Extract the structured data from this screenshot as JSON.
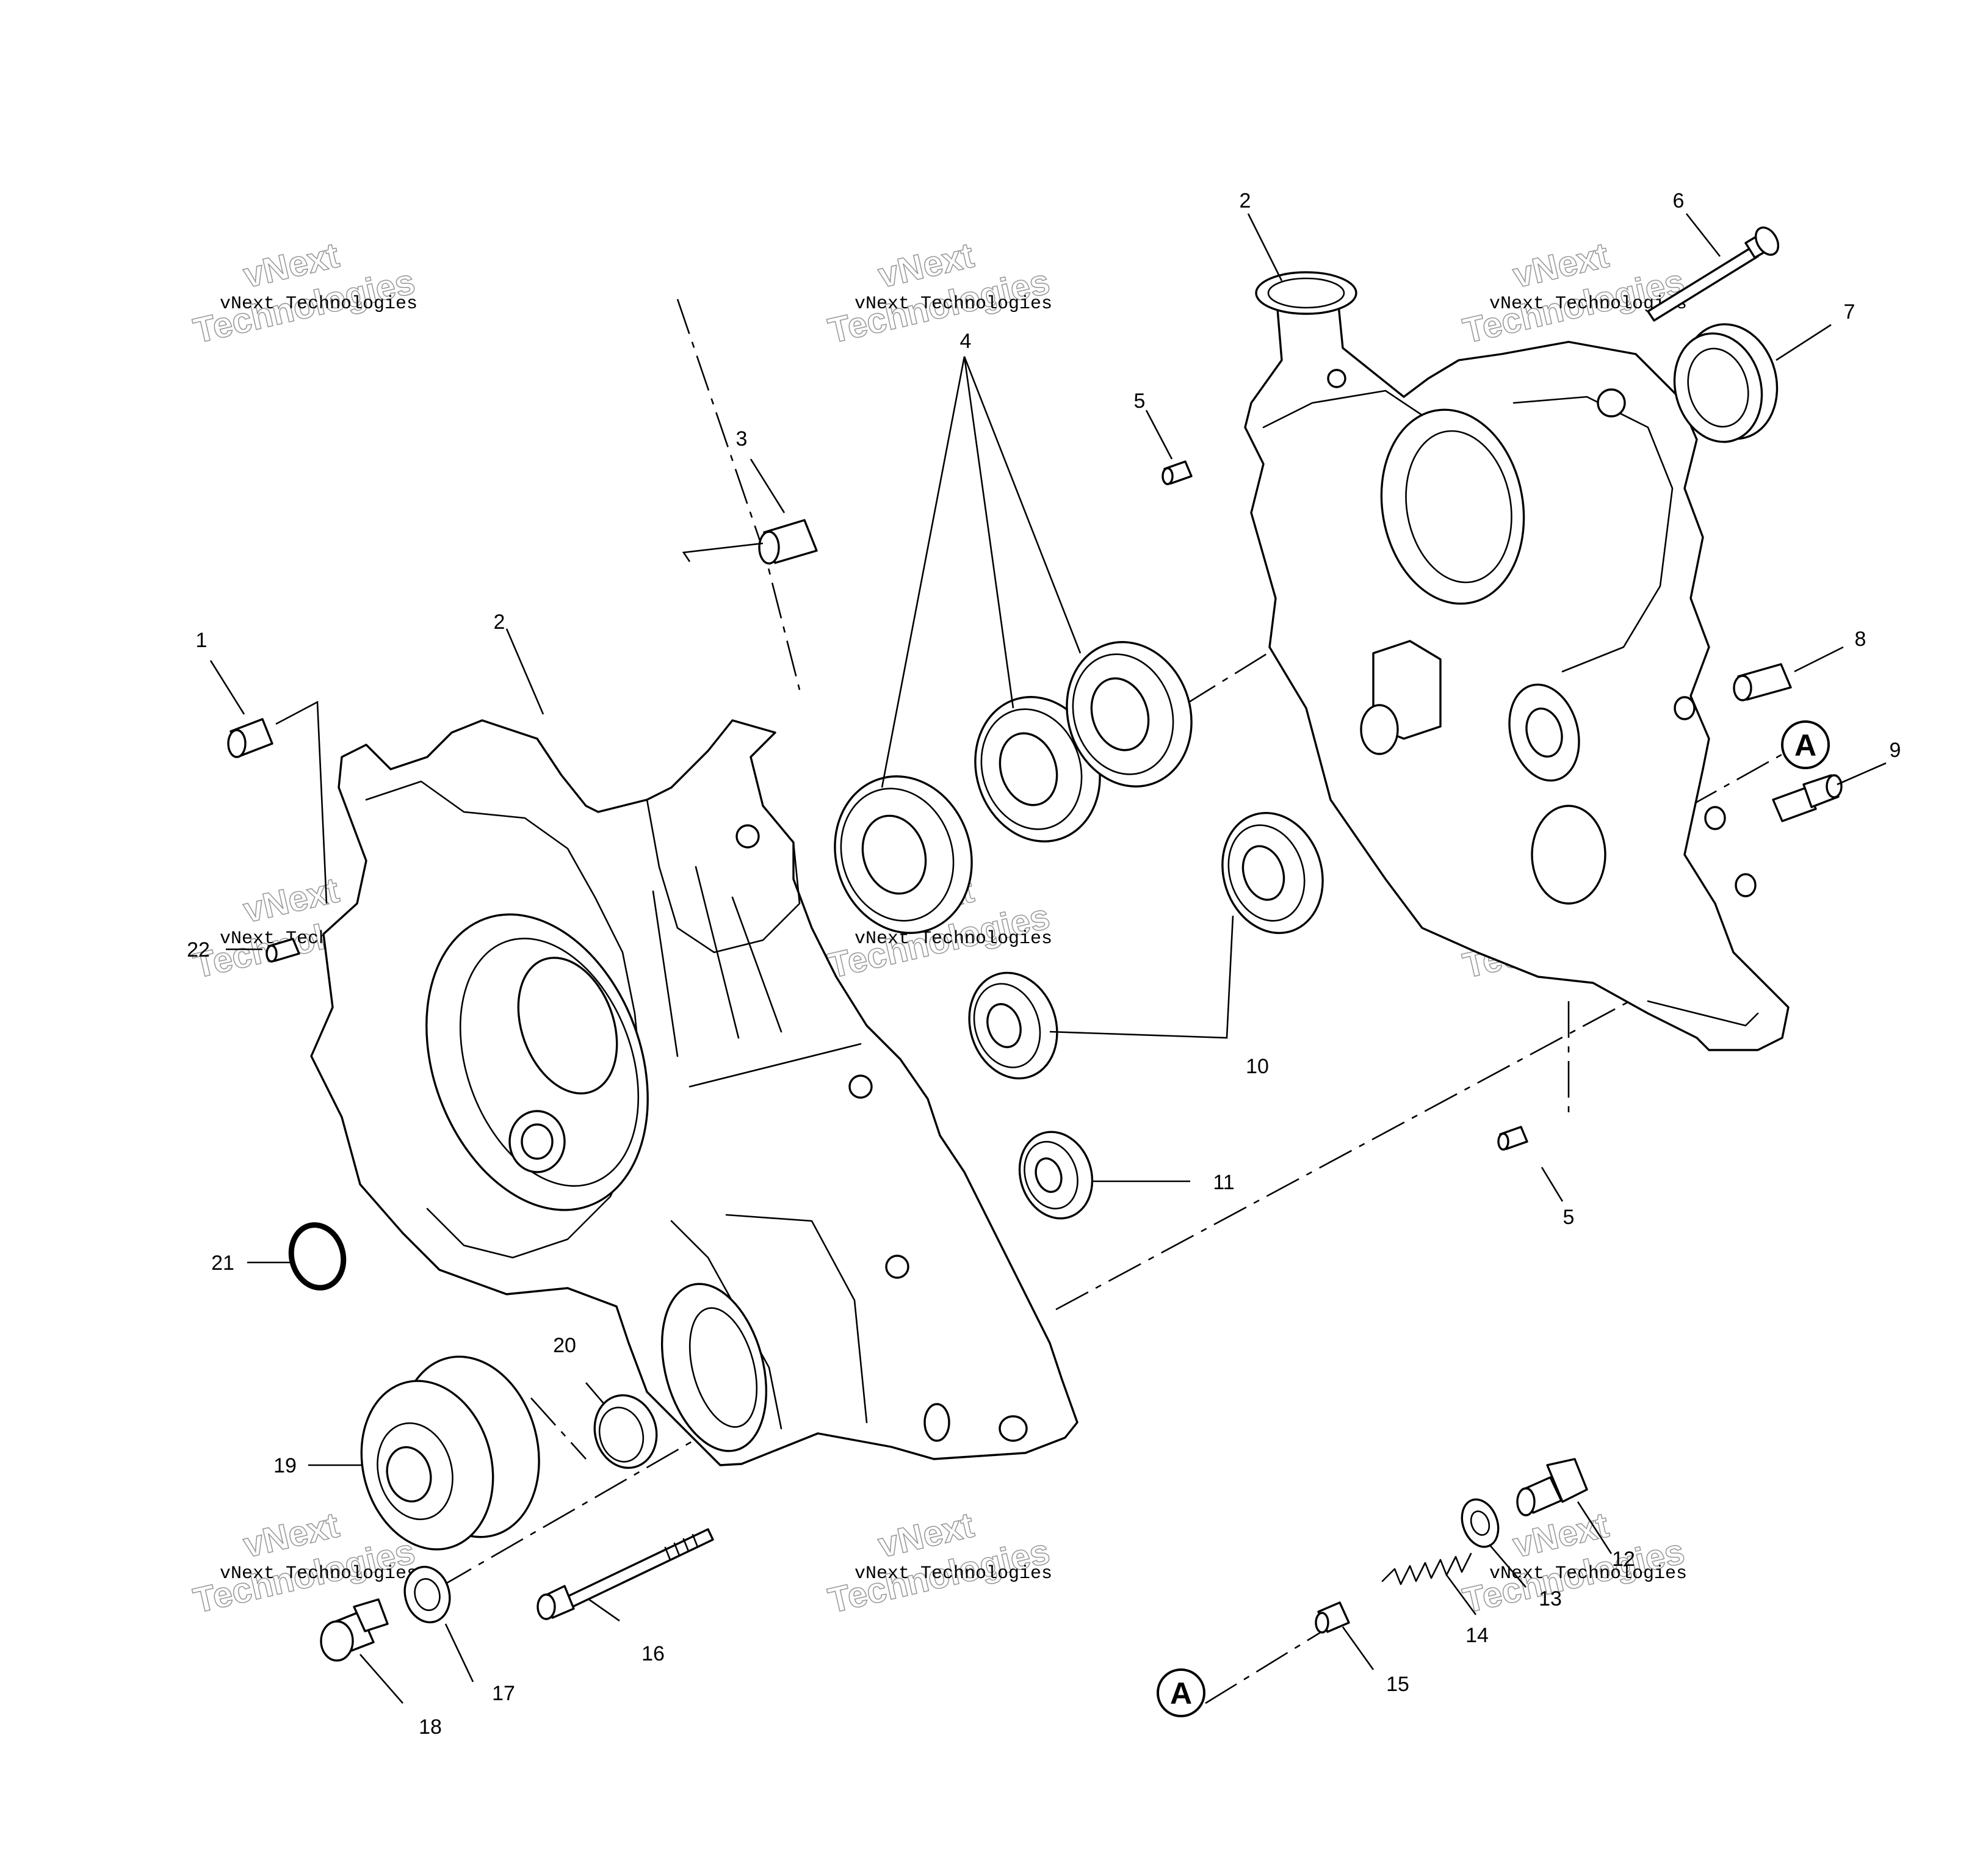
{
  "colors": {
    "line": "#000000",
    "background": "#ffffff",
    "watermark_outline": "#9a9a9a"
  },
  "callouts": {
    "c1": "1",
    "c2a": "2",
    "c2b": "2",
    "c3": "3",
    "c4": "4",
    "c5a": "5",
    "c5b": "5",
    "c6": "6",
    "c7": "7",
    "c8": "8",
    "c9": "9",
    "c10": "10",
    "c11": "11",
    "c12": "12",
    "c13": "13",
    "c14": "14",
    "c15": "15",
    "c16": "16",
    "c17": "17",
    "c18": "18",
    "c19": "19",
    "c20": "20",
    "c21": "21",
    "c22": "22"
  },
  "reference_marks": {
    "a1": "A",
    "a2": "A"
  },
  "watermark": {
    "small": "vNext Technologies",
    "large_1": "vNext",
    "large_2": "Technologies"
  }
}
